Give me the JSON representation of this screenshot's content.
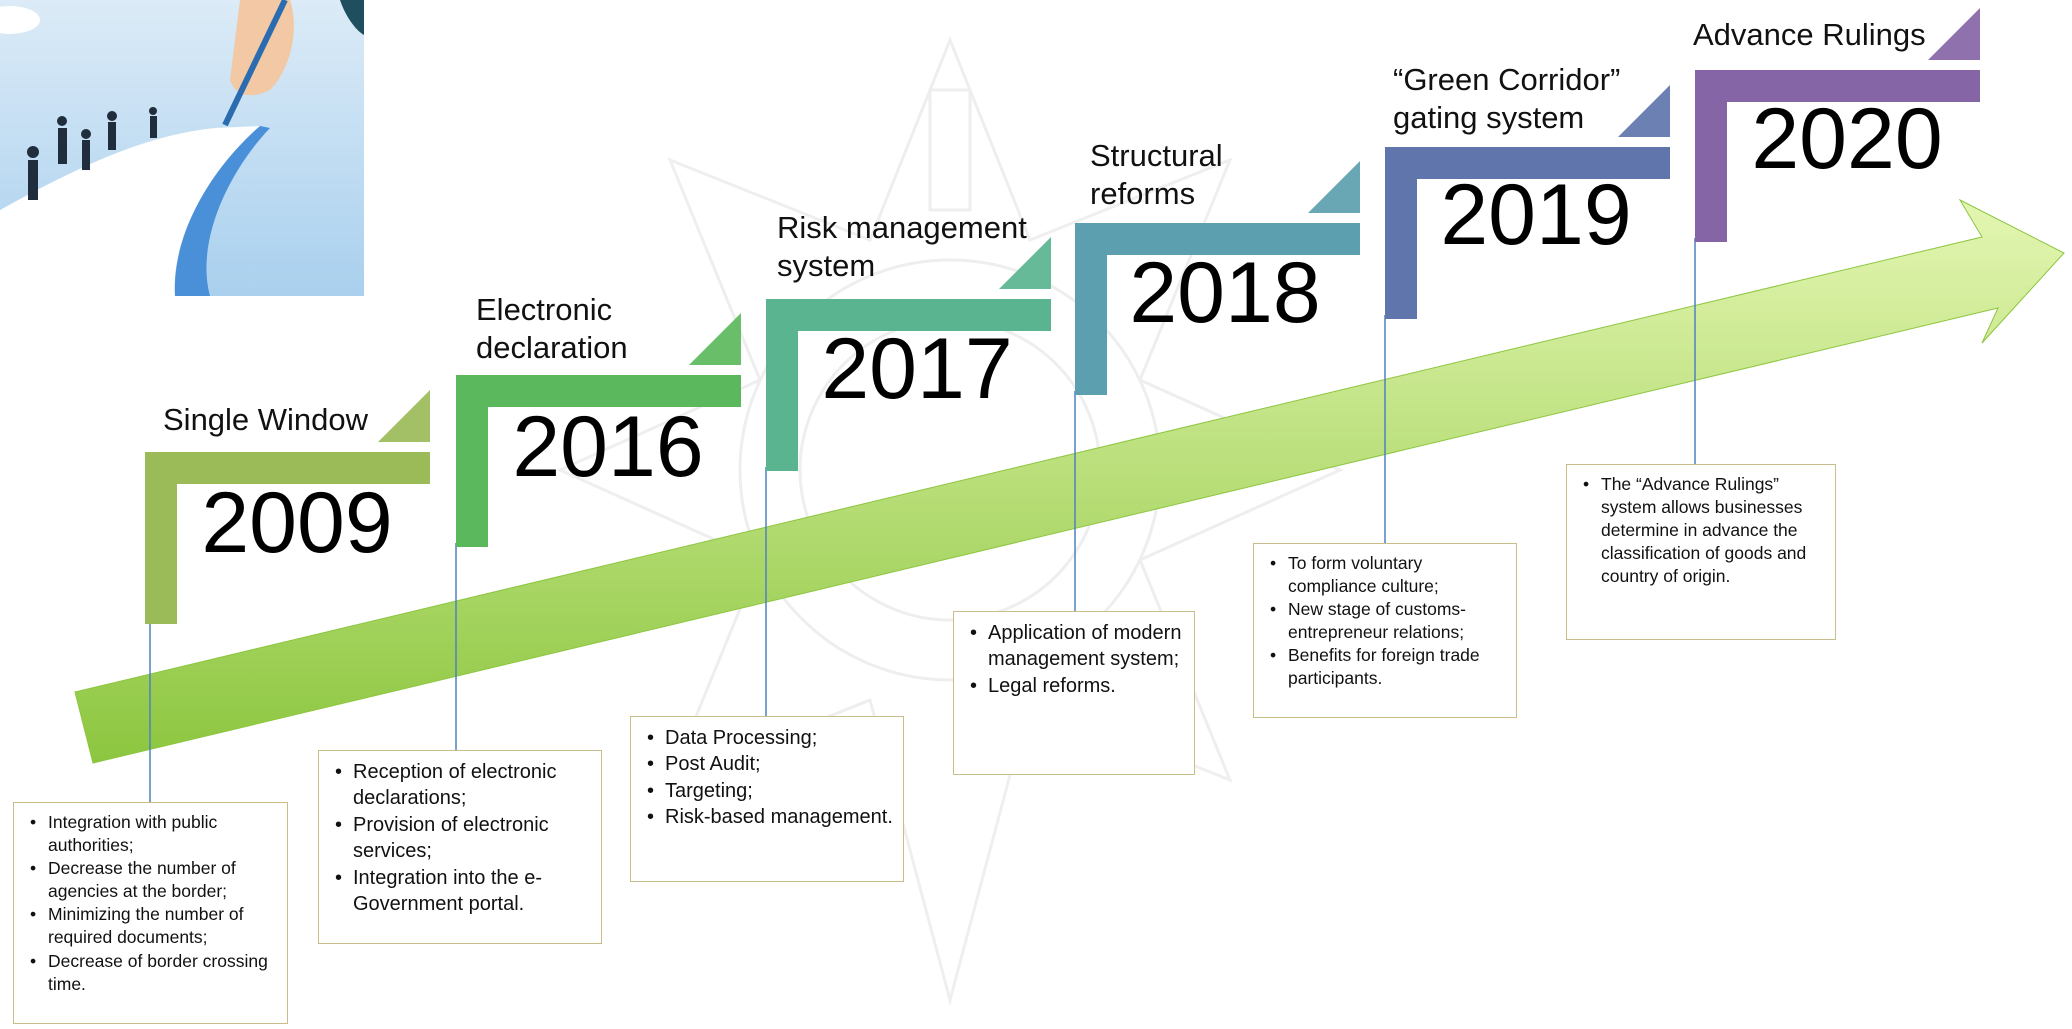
{
  "timeline": [
    {
      "title_lines": [
        "Single Window"
      ],
      "year": "2009",
      "bullets": [
        "Integration with public authorities;",
        "Decrease the number of agencies at the border;",
        "Minimizing the number of required documents;",
        "Decrease of border crossing time."
      ]
    },
    {
      "title_lines": [
        "Electronic",
        "declaration"
      ],
      "year": "2016",
      "bullets": [
        "Reception of electronic declarations;",
        "Provision of electronic services;",
        "Integration into the e-Government portal."
      ]
    },
    {
      "title_lines": [
        "Risk management",
        "system"
      ],
      "year": "2017",
      "bullets": [
        "Data Processing;",
        "Post Audit;",
        "Targeting;",
        "Risk-based management."
      ]
    },
    {
      "title_lines": [
        "Structural",
        "reforms"
      ],
      "year": "2018",
      "bullets": [
        "Application of modern management system;",
        "Legal reforms."
      ]
    },
    {
      "title_lines": [
        "“Green Corridor”",
        "gating system"
      ],
      "year": "2019",
      "bullets": [
        "To form voluntary compliance culture;",
        "New stage of customs-entrepreneur relations;",
        "Benefits for foreign trade participants."
      ]
    },
    {
      "title_lines": [
        "Advance Rulings"
      ],
      "year": "2020",
      "bullets": [
        "The “Advance Rulings” system allows businesses determine in advance the classification of goods and country of origin."
      ]
    }
  ],
  "colors": {
    "stages": [
      "#9bbb59",
      "#5cb85c",
      "#5ab48f",
      "#5c9fae",
      "#6175ad",
      "#8565a6"
    ],
    "arrow_light": "#e4f6b2",
    "arrow_dark": "#8cc63f",
    "connector": "#4f81bd",
    "box_border": "#c9bd8a"
  },
  "illustration": {
    "name": "businesspeople-walking-path-illustration"
  }
}
